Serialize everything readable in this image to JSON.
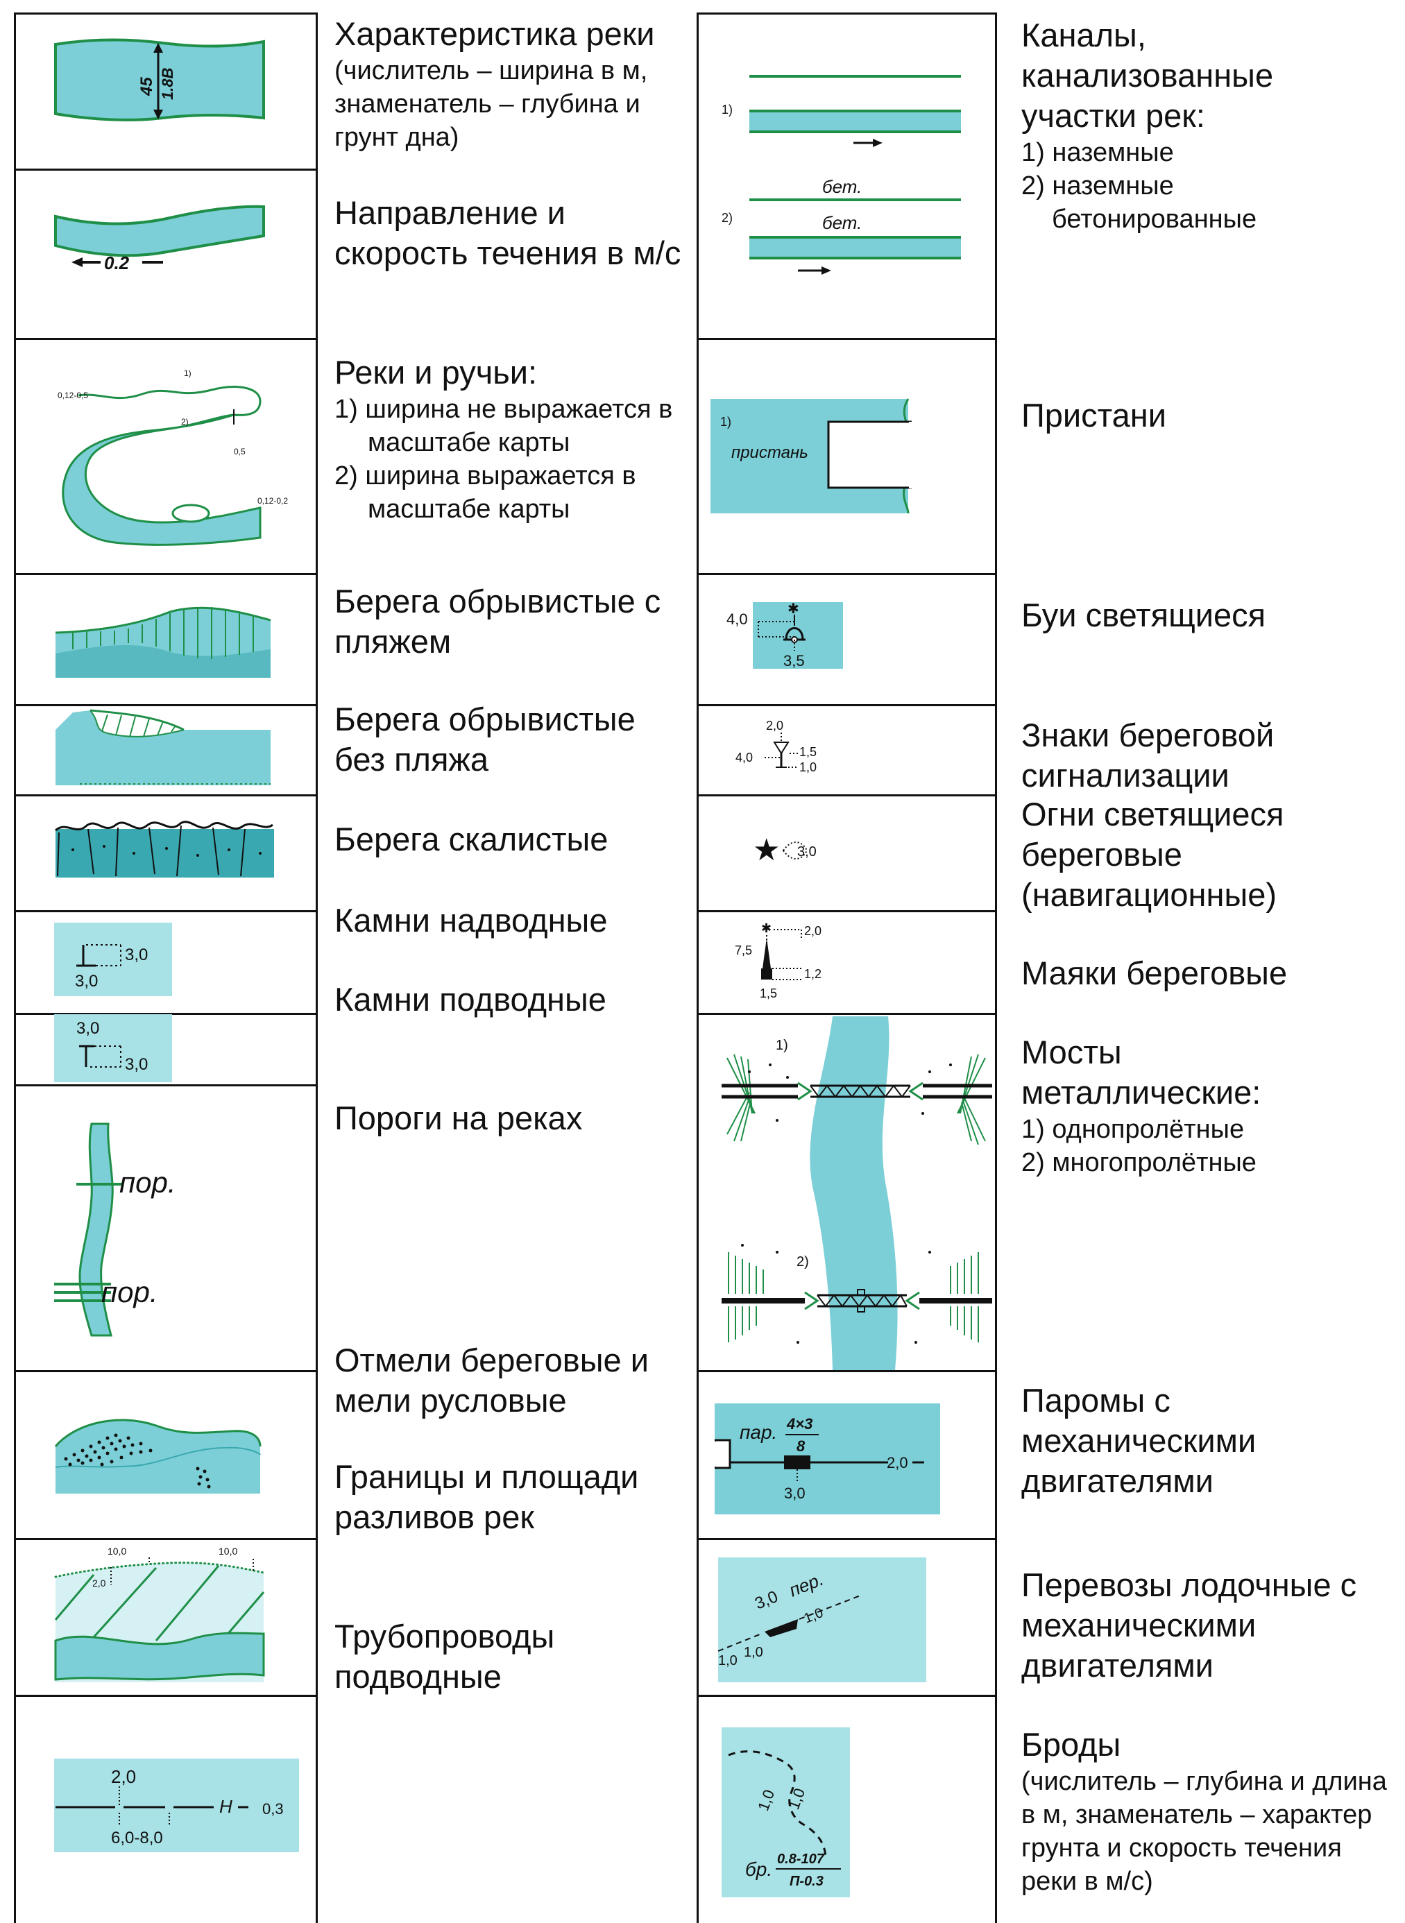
{
  "colors": {
    "water": "#7ccfd6",
    "waterDark": "#3aa8b0",
    "green": "#1f8f48",
    "ink": "#111111"
  },
  "left": {
    "river_char": {
      "title": "Характеристика реки",
      "desc": "(числитель – ширина в м, знаменатель – глубина и грунт дна)",
      "sym_num": "45",
      "sym_den": "1.8В"
    },
    "flow": {
      "title": "Направление и скорость течения в м/с",
      "sym_speed": "0.2"
    },
    "rivers": {
      "title": "Реки и ручьи:",
      "item1": "1) ширина не выражается в масштабе карты",
      "item2": "2) ширина выражается в масштабе карты",
      "lbl_a": "0,12-0,5",
      "lbl_1": "1)",
      "lbl_2": "2)",
      "lbl_b": "0,5",
      "lbl_c": "0,12-0,2"
    },
    "steep_beach": {
      "title": "Берега обрывистые с пляжем"
    },
    "steep_no_beach": {
      "title": "Берега обрывистые без пляжа"
    },
    "rocky": {
      "title": "Берега скалистые"
    },
    "stones_above": {
      "title": "Камни надводные",
      "n1": "3,0",
      "n2": "3,0"
    },
    "stones_under": {
      "title": "Камни подводные",
      "n1": "3,0",
      "n2": "3,0"
    },
    "rapids": {
      "title": "Пороги на реках",
      "lbl1": "пор.",
      "lbl2": "пор."
    },
    "shoals": {
      "title": "Отмели береговые и мели русловые"
    },
    "flood": {
      "title": "Границы и площади разливов рек",
      "n1": "10,0",
      "n2": "10,0",
      "n3": "2,0"
    },
    "pipes": {
      "title": "Трубопроводы подводные",
      "n1": "2,0",
      "n2": "6,0-8,0",
      "n3": "Н",
      "n4": "0,3"
    }
  },
  "right": {
    "canals": {
      "title": "Каналы, канализованные участки рек:",
      "item1": "1) наземные",
      "item2": "2) наземные бетонированные",
      "lbl1": "1)",
      "lbl2": "2)",
      "bet1": "бет.",
      "bet2": "бет."
    },
    "pier": {
      "title": "Пристани",
      "lbl1": "1)",
      "lbl2": "пристань"
    },
    "buoys": {
      "title": "Буи светящиеся",
      "n1": "4,0",
      "n2": "3,5"
    },
    "signals": {
      "title": "Знаки береговой сигнализации",
      "n1": "2,0",
      "n2": "4,0",
      "n3": "1,5",
      "n4": "1,0"
    },
    "lights": {
      "title": "Огни светящиеся береговые (навигационные)",
      "n1": "3,0"
    },
    "lighthouses": {
      "title": "Маяки береговые",
      "n1": "7,5",
      "n2": "2,0",
      "n3": "1,2",
      "n4": "1,5"
    },
    "bridges": {
      "title": "Мосты металлические:",
      "item1": "1) однопролётные",
      "item2": "2) многопролётные",
      "lbl1": "1)",
      "lbl2": "2)"
    },
    "ferries": {
      "title": "Паромы с механическими двигателями",
      "lbl": "пар.",
      "num": "4×3",
      "den": "8",
      "n1": "2,0",
      "n2": "3,0"
    },
    "boats": {
      "title": "Перевозы лодочные с механическими двигателями",
      "lbl": "пер.",
      "n1": "3,0",
      "n2": "1,0",
      "n3": "1,0",
      "n4": "1,0"
    },
    "fords": {
      "title": "Броды",
      "desc": "(числитель – глубина и длина в м, знаменатель – характер грунта и скорость течения реки в м/с)",
      "lbl": "бр.",
      "num": "0.8-107",
      "den": "П-0.3",
      "n1": "1,0",
      "n2": "1,0"
    }
  }
}
